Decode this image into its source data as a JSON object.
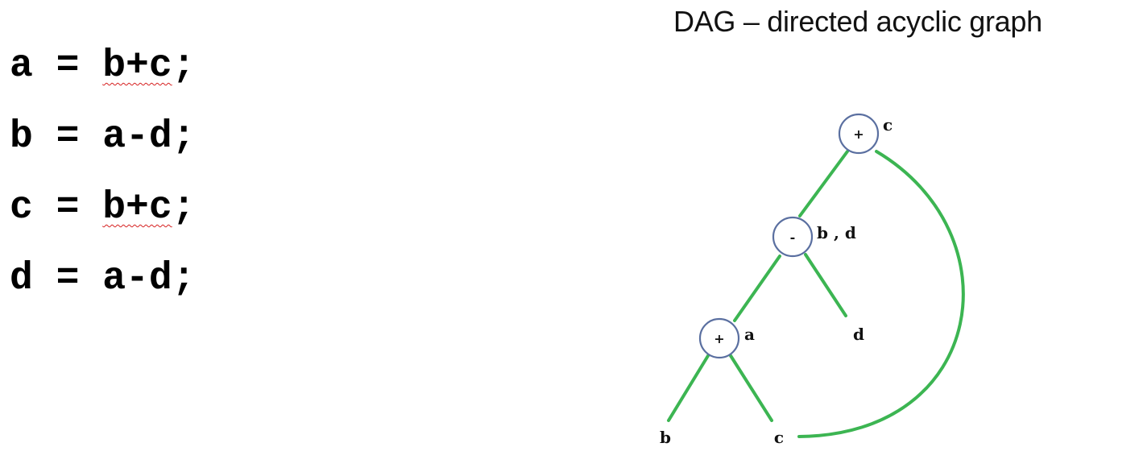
{
  "title": "DAG – directed acyclic graph",
  "code": [
    {
      "before": "a = ",
      "squiggle": "b+c",
      "after": ";"
    },
    {
      "before": "b = a-d;",
      "squiggle": "",
      "after": ""
    },
    {
      "before": "c = ",
      "squiggle": "b+c",
      "after": ";"
    },
    {
      "before": "d = a-d;",
      "squiggle": "",
      "after": ""
    }
  ],
  "dag": {
    "nodes": [
      {
        "id": "n1",
        "op": "+",
        "label": "c"
      },
      {
        "id": "n2",
        "op": "-",
        "label": "b , d"
      },
      {
        "id": "n3",
        "op": "+",
        "label": "a"
      },
      {
        "id": "leaf_b",
        "op": "",
        "label": "b"
      },
      {
        "id": "leaf_c",
        "op": "",
        "label": "c"
      },
      {
        "id": "leaf_d",
        "op": "",
        "label": "d"
      }
    ],
    "edges": [
      [
        "n1",
        "n2"
      ],
      [
        "n1",
        "leaf_c"
      ],
      [
        "n2",
        "n3"
      ],
      [
        "n2",
        "leaf_d"
      ],
      [
        "n3",
        "leaf_b"
      ],
      [
        "n3",
        "leaf_c"
      ]
    ],
    "colors": {
      "edge": "#3cb552",
      "node_outline": "#5a6fa0"
    }
  }
}
